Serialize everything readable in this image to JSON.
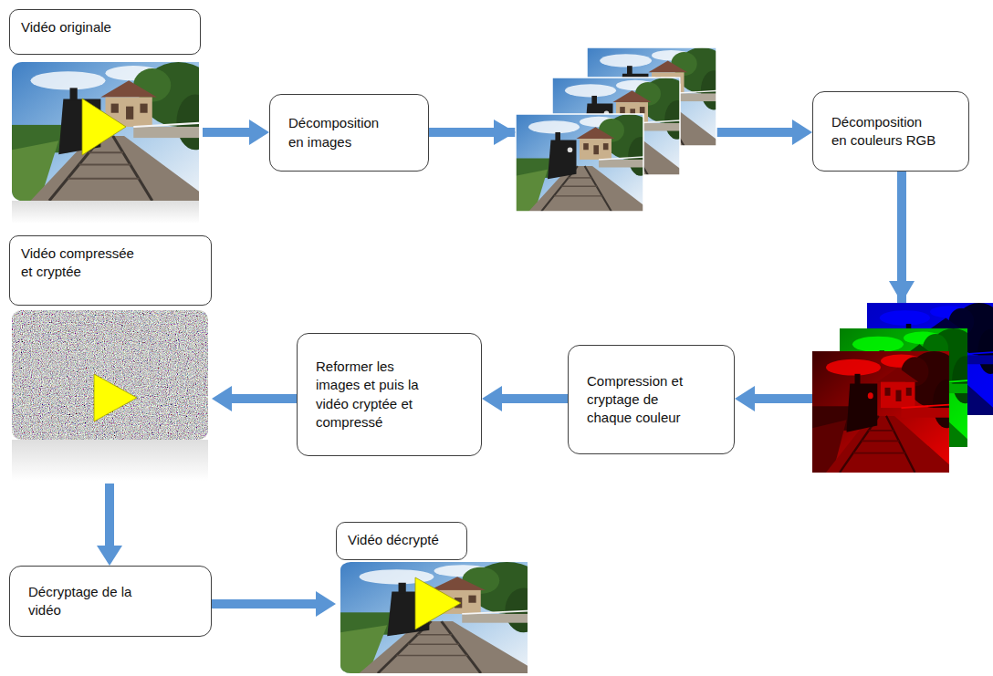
{
  "diagram": {
    "nodes": [
      {
        "text": [
          "Vidéo originale"
        ]
      },
      {
        "text": [
          "Décomposition en images"
        ]
      },
      {
        "text": [
          "Décomposition en couleurs RGB"
        ]
      },
      {
        "text": [
          "Vidéo compressée et cryptée"
        ]
      },
      {
        "text": [
          "Reformer les images et puis la vidéo cryptée et compressé"
        ]
      },
      {
        "text": [
          "Compression et cryptage de chaque couleur"
        ]
      },
      {
        "text": [
          "Décryptage de la vidéo"
        ]
      },
      {
        "text": [
          "Vidéo décrypté"
        ]
      }
    ],
    "edges": [
      {
        "from": 0,
        "to": 1,
        "arrow": "to"
      },
      {
        "from": 1,
        "to": 2,
        "arrow": "to"
      },
      {
        "from": 2,
        "to": 5,
        "arrow": "to"
      },
      {
        "from": 5,
        "to": 4,
        "arrow": "to"
      },
      {
        "from": 4,
        "to": 3,
        "arrow": "to"
      },
      {
        "from": 3,
        "to": 6,
        "arrow": "to"
      },
      {
        "from": 6,
        "to": 7,
        "arrow": "to"
      }
    ]
  }
}
